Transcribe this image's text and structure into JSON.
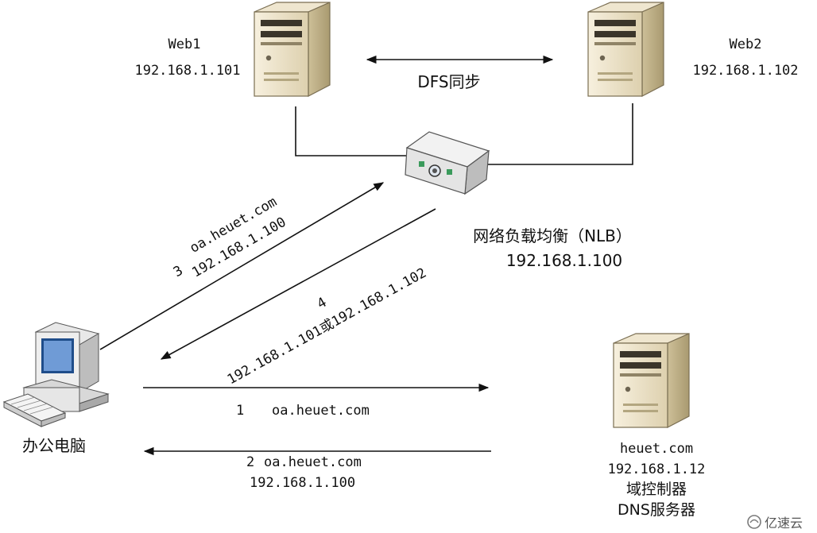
{
  "nodes": {
    "web1": {
      "name": "Web1",
      "ip": "192.168.1.101"
    },
    "web2": {
      "name": "Web2",
      "ip": "192.168.1.102"
    },
    "sync": {
      "label": "DFS同步"
    },
    "nlb": {
      "name": "网络负载均衡（NLB）",
      "ip": "192.168.1.100"
    },
    "client": {
      "name": "办公电脑"
    },
    "dns": {
      "domain": "heuet.com",
      "ip": "192.168.1.12",
      "role1": "域控制器",
      "role2": "DNS服务器"
    }
  },
  "flows": {
    "step1": {
      "num": "1",
      "text": "oa.heuet.com"
    },
    "step2": {
      "num": "2",
      "line1": "oa.heuet.com",
      "line2": "192.168.1.100"
    },
    "step3": {
      "num": "3",
      "line1": "oa.heuet.com",
      "line2": "192.168.1.100"
    },
    "step4": {
      "num": "4",
      "text": "192.168.1.101或192.168.1.102"
    }
  },
  "watermark": {
    "text": "亿速云"
  },
  "colors": {
    "server_body": "#e9dfc6",
    "server_side": "#c2b48c",
    "line": "#111111"
  }
}
